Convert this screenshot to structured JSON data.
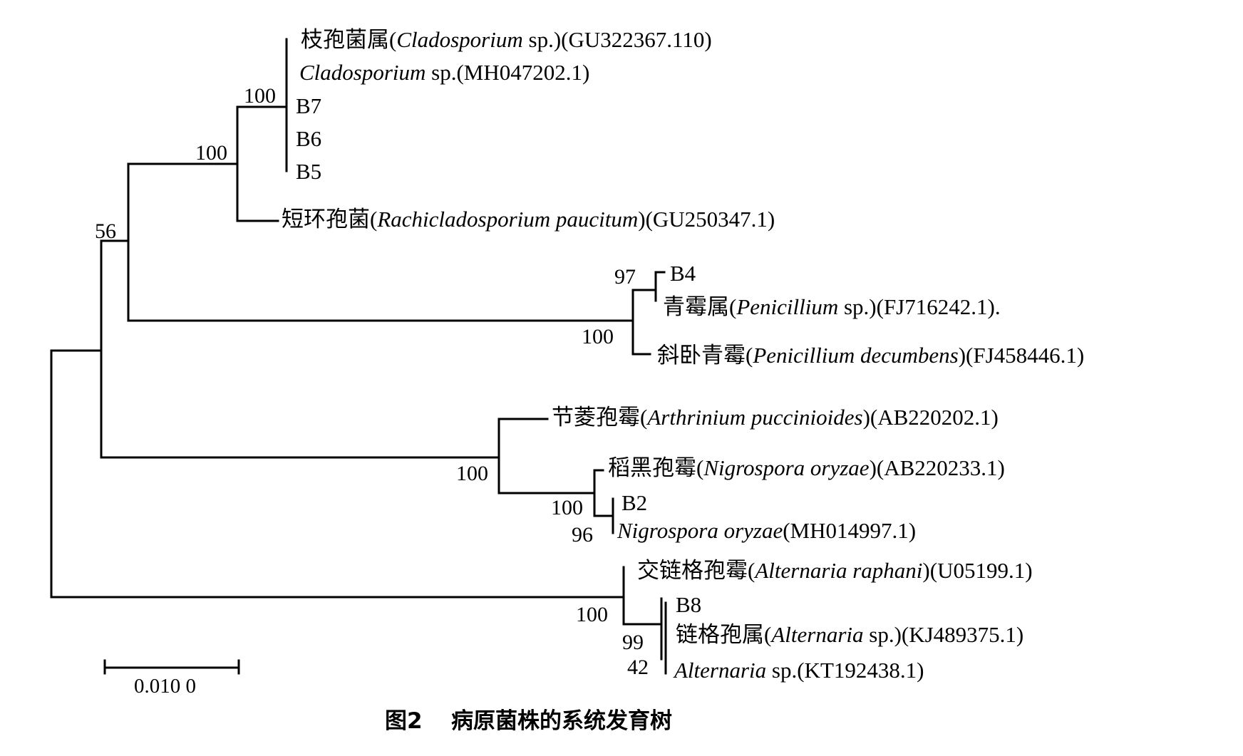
{
  "tree": {
    "leaves": [
      {
        "id": "cladosporium-gu",
        "parts": [
          {
            "t": "枝孢菌属(",
            "i": false
          },
          {
            "t": "Cladosporium",
            "i": true
          },
          {
            "t": " sp.)(GU322367.110)",
            "i": false
          }
        ]
      },
      {
        "id": "cladosporium-mh",
        "parts": [
          {
            "t": "Cladosporium",
            "i": true
          },
          {
            "t": " sp.(MH047202.1)",
            "i": false
          }
        ]
      },
      {
        "id": "b7",
        "parts": [
          {
            "t": "B7",
            "i": false
          }
        ]
      },
      {
        "id": "b6",
        "parts": [
          {
            "t": "B6",
            "i": false
          }
        ]
      },
      {
        "id": "b5",
        "parts": [
          {
            "t": "B5",
            "i": false
          }
        ]
      },
      {
        "id": "rachicladosporium",
        "parts": [
          {
            "t": "短环孢菌(",
            "i": false
          },
          {
            "t": "Rachicladosporium paucitum",
            "i": true
          },
          {
            "t": ")(GU250347.1)",
            "i": false
          }
        ]
      },
      {
        "id": "b4",
        "parts": [
          {
            "t": "B4",
            "i": false
          }
        ]
      },
      {
        "id": "penicillium-fj716",
        "parts": [
          {
            "t": "青霉属(",
            "i": false
          },
          {
            "t": "Penicillium",
            "i": true
          },
          {
            "t": " sp.)(FJ716242.1).",
            "i": false
          }
        ]
      },
      {
        "id": "penicillium-decumbens",
        "parts": [
          {
            "t": "斜卧青霉(",
            "i": false
          },
          {
            "t": "Penicillium decumbens",
            "i": true
          },
          {
            "t": ")(FJ458446.1)",
            "i": false
          }
        ]
      },
      {
        "id": "arthrinium",
        "parts": [
          {
            "t": "节菱孢霉(",
            "i": false
          },
          {
            "t": "Arthrinium puccinioides",
            "i": true
          },
          {
            "t": ")(AB220202.1)",
            "i": false
          }
        ]
      },
      {
        "id": "nigrospora-ab",
        "parts": [
          {
            "t": "稻黑孢霉(",
            "i": false
          },
          {
            "t": "Nigrospora oryzae",
            "i": true
          },
          {
            "t": ")(AB220233.1)",
            "i": false
          }
        ]
      },
      {
        "id": "b2",
        "parts": [
          {
            "t": "B2",
            "i": false
          }
        ]
      },
      {
        "id": "nigrospora-mh",
        "parts": [
          {
            "t": "Nigrospora oryzae",
            "i": true
          },
          {
            "t": "(MH014997.1)",
            "i": false
          }
        ]
      },
      {
        "id": "alternaria-raphani",
        "parts": [
          {
            "t": "交链格孢霉(",
            "i": false
          },
          {
            "t": "Alternaria raphani",
            "i": true
          },
          {
            "t": ")(U05199.1)",
            "i": false
          }
        ]
      },
      {
        "id": "b8",
        "parts": [
          {
            "t": "B8",
            "i": false
          }
        ]
      },
      {
        "id": "alternaria-kj",
        "parts": [
          {
            "t": "链格孢属(",
            "i": false
          },
          {
            "t": "Alternaria",
            "i": true
          },
          {
            "t": " sp.)(KJ489375.1)",
            "i": false
          }
        ]
      },
      {
        "id": "alternaria-kt",
        "parts": [
          {
            "t": "Alternaria",
            "i": true
          },
          {
            "t": " sp.(KT192438.1)",
            "i": false
          }
        ]
      }
    ],
    "support_values": {
      "cladosporium_clade": "100",
      "cladosporium_rachi": "100",
      "upper_group": "56",
      "b4_penicillium": "97",
      "penicillium_clade": "100",
      "arthrinium_nigrospora": "100",
      "nigrospora_clade": "100",
      "b2_nigrospora": "96",
      "alternaria_clade": "100",
      "alternaria_sub": "99",
      "alternaria_inner": "42"
    }
  },
  "scale_bar": {
    "label": "0.010 0"
  },
  "caption": {
    "figure_label": "图2",
    "title": "病原菌株的系统发育树"
  }
}
